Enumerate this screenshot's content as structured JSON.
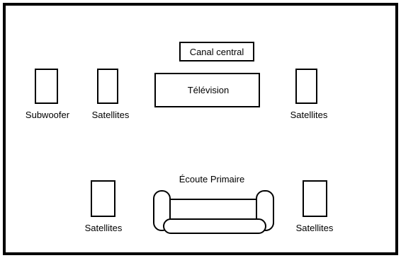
{
  "diagram": {
    "center_channel_label": "Canal central",
    "television_label": "Télévision",
    "subwoofer_label": "Subwoofer",
    "front_left_satellite_label": "Satellites",
    "front_right_satellite_label": "Satellites",
    "rear_left_satellite_label": "Satellites",
    "rear_right_satellite_label": "Satellites",
    "primary_listening_label": "Écoute Primaire"
  },
  "colors": {
    "line": "#000000",
    "background": "#ffffff"
  }
}
